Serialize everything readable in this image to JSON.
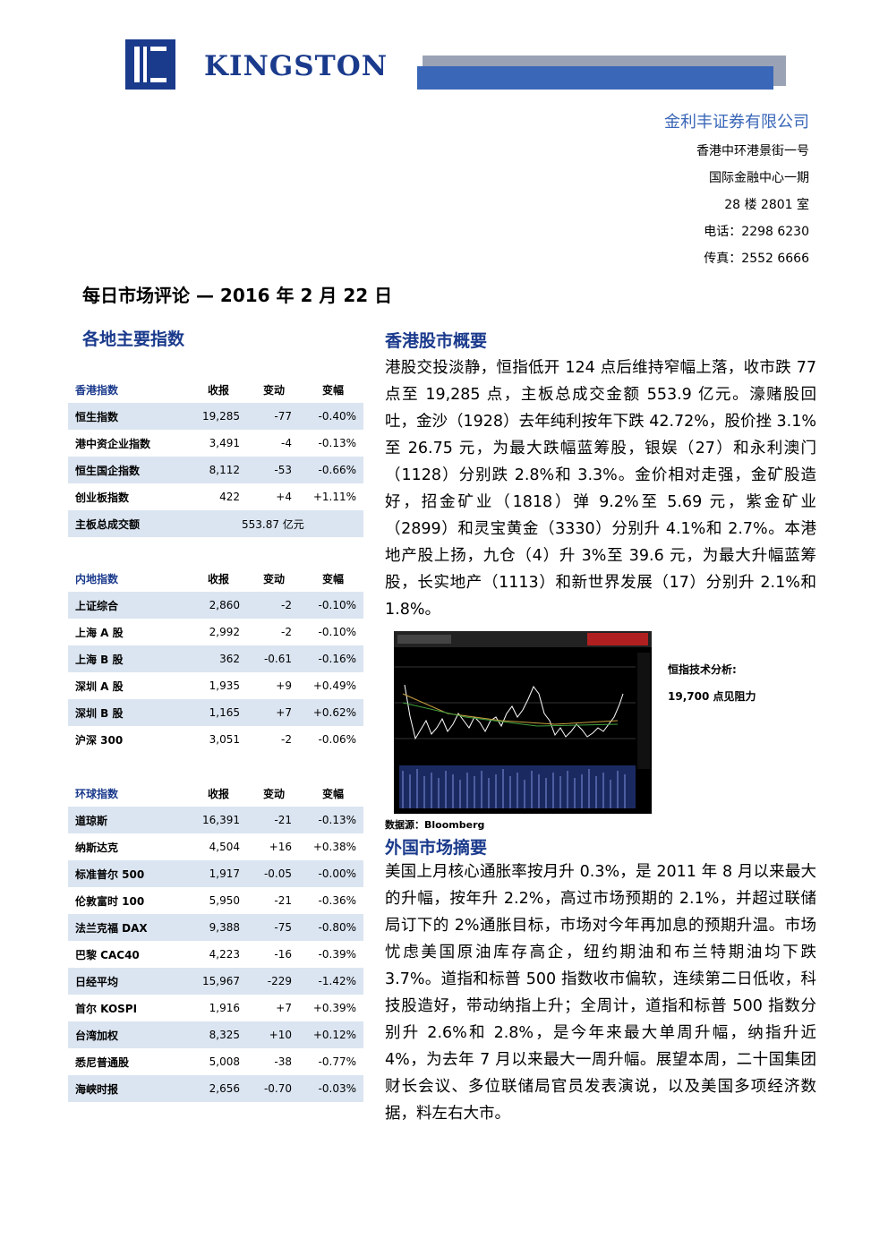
{
  "header": {
    "brand": "KINGSTON",
    "company_name": "金利丰证券有限公司",
    "address_lines": [
      "香港中环港景街一号",
      "国际金融中心一期",
      "28 楼 2801 室",
      "电话：2298 6230",
      "传真：2552 6666"
    ]
  },
  "page_title": "每日市场评论 — 2016 年 2 月 22 日",
  "left_heading": "各地主要指数",
  "hk_table": {
    "header": [
      "香港指数",
      "收报",
      "变动",
      "变幅"
    ],
    "rows": [
      {
        "name": "恒生指数",
        "close": "19,285",
        "chg": "-77",
        "pct": "-0.40%"
      },
      {
        "name": "港中资企业指数",
        "close": "3,491",
        "chg": "-4",
        "pct": "-0.13%"
      },
      {
        "name": "恒生国企指数",
        "close": "8,112",
        "chg": "-53",
        "pct": "-0.66%"
      },
      {
        "name": "创业板指数",
        "close": "422",
        "chg": "+4",
        "pct": "+1.11%"
      }
    ],
    "turnover": {
      "name": "主板总成交额",
      "value": "553.87 亿元"
    }
  },
  "cn_table": {
    "header": [
      "内地指数",
      "收报",
      "变动",
      "变幅"
    ],
    "rows": [
      {
        "name": "上证综合",
        "close": "2,860",
        "chg": "-2",
        "pct": "-0.10%"
      },
      {
        "name": "上海 A 股",
        "close": "2,992",
        "chg": "-2",
        "pct": "-0.10%"
      },
      {
        "name": "上海 B 股",
        "close": "362",
        "chg": "-0.61",
        "pct": "-0.16%"
      },
      {
        "name": "深圳 A 股",
        "close": "1,935",
        "chg": "+9",
        "pct": "+0.49%"
      },
      {
        "name": "深圳 B 股",
        "close": "1,165",
        "chg": "+7",
        "pct": "+0.62%"
      },
      {
        "name": "沪深 300",
        "close": "3,051",
        "chg": "-2",
        "pct": "-0.06%"
      }
    ]
  },
  "gl_table": {
    "header": [
      "环球指数",
      "收报",
      "变动",
      "变幅"
    ],
    "rows": [
      {
        "name": "道琼斯",
        "close": "16,391",
        "chg": "-21",
        "pct": "-0.13%"
      },
      {
        "name": "纳斯达克",
        "close": "4,504",
        "chg": "+16",
        "pct": "+0.38%"
      },
      {
        "name": "标准普尔 500",
        "close": "1,917",
        "chg": "-0.05",
        "pct": "-0.00%"
      },
      {
        "name": "伦敦富时 100",
        "close": "5,950",
        "chg": "-21",
        "pct": "-0.36%"
      },
      {
        "name": "法兰克福 DAX",
        "close": "9,388",
        "chg": "-75",
        "pct": "-0.80%"
      },
      {
        "name": "巴黎 CAC40",
        "close": "4,223",
        "chg": "-16",
        "pct": "-0.39%"
      },
      {
        "name": "日经平均",
        "close": "15,967",
        "chg": "-229",
        "pct": "-1.42%"
      },
      {
        "name": "首尔 KOSPI",
        "close": "1,916",
        "chg": "+7",
        "pct": "+0.39%"
      },
      {
        "name": "台湾加权",
        "close": "8,325",
        "chg": "+10",
        "pct": "+0.12%"
      },
      {
        "name": "悉尼普通股",
        "close": "5,008",
        "chg": "-38",
        "pct": "-0.77%"
      },
      {
        "name": "海峡时报",
        "close": "2,656",
        "chg": "-0.70",
        "pct": "-0.03%"
      }
    ]
  },
  "hk_section": {
    "heading": "香港股市概要",
    "text": "港股交投淡静，恒指低开 124 点后维持窄幅上落，收市跌 77 点至 19,285 点，主板总成交金额 553.9 亿元。濠赌股回吐，金沙（1928）去年纯利按年下跌 42.72%，股价挫 3.1%至 26.75 元，为最大跌幅蓝筹股，银娱（27）和永利澳门（1128）分别跌 2.8%和 3.3%。金价相对走强，金矿股造好，招金矿业（1818）弹 9.2%至 5.69 元，紫金矿业（2899）和灵宝黄金（3330）分别升 4.1%和 2.7%。本港地产股上扬，九仓（4）升 3%至 39.6 元，为最大升幅蓝筹股，长实地产（1113）和新世界发展（17）分别升 2.1%和 1.8%。"
  },
  "chart_note": {
    "title": "恒指技术分析:",
    "text": "19,700 点见阻力"
  },
  "source": "数据源：Bloomberg",
  "foreign_section": {
    "heading": "外国市场摘要",
    "text": "美国上月核心通胀率按月升 0.3%，是 2011 年 8 月以来最大的升幅，按年升 2.2%，高过市场预期的 2.1%，并超过联储局订下的 2%通胀目标，市场对今年再加息的预期升温。市场忧虑美国原油库存高企，纽约期油和布兰特期油均下跌 3.7%。道指和标普 500 指数收市偏软，连续第二日低收，科技股造好，带动纳指上升；全周计，道指和标普 500 指数分别升 2.6%和 2.8%，是今年来最大单周升幅，纳指升近 4%，为去年 7 月以来最大一周升幅。展望本周，二十国集团财长会议、多位联储局官员发表演说，以及美国多项经济数据，料左右大市。"
  }
}
